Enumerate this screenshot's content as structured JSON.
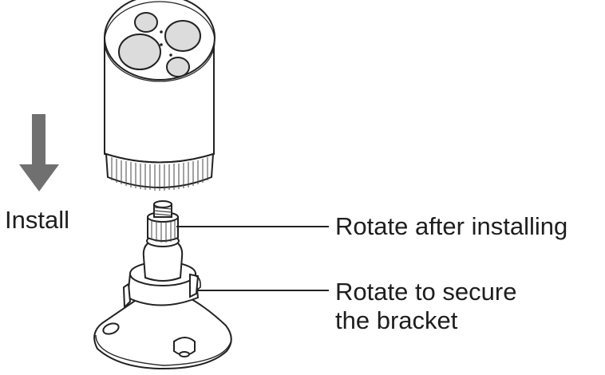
{
  "labels": {
    "install": "Install",
    "rotate_after_installing": "Rotate after installing",
    "rotate_to_secure_line1": "Rotate to secure",
    "rotate_to_secure_line2": "the bracket"
  },
  "colors": {
    "arrow": "#707070",
    "lens_fill": "#dcdcdc",
    "outline": "#222222",
    "body_fill": "#ffffff"
  }
}
